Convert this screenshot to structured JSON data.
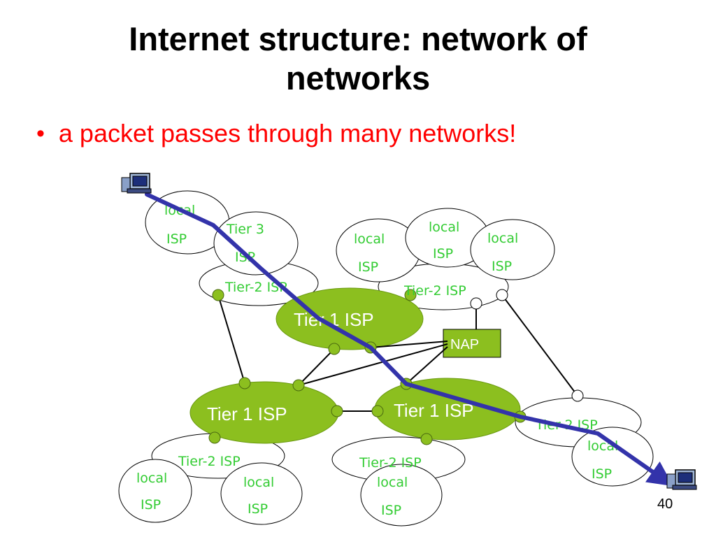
{
  "slide": {
    "title_line1": "Internet structure: network of",
    "title_line2": "networks",
    "bullet": "a packet passes through many networks!",
    "page_number": "40"
  },
  "colors": {
    "bullet": "#ff0000",
    "tier1_fill": "#8cbf1f",
    "router": "#8cbf1f",
    "isp_label": "#33cc33",
    "path": "#3333aa"
  },
  "diagram": {
    "local_label": "local",
    "isp_label": "ISP",
    "tier3_label": "Tier 3",
    "tier2_label": "Tier-2 ISP",
    "tier1_label": "Tier 1 ISP",
    "nap_label": "NAP"
  }
}
